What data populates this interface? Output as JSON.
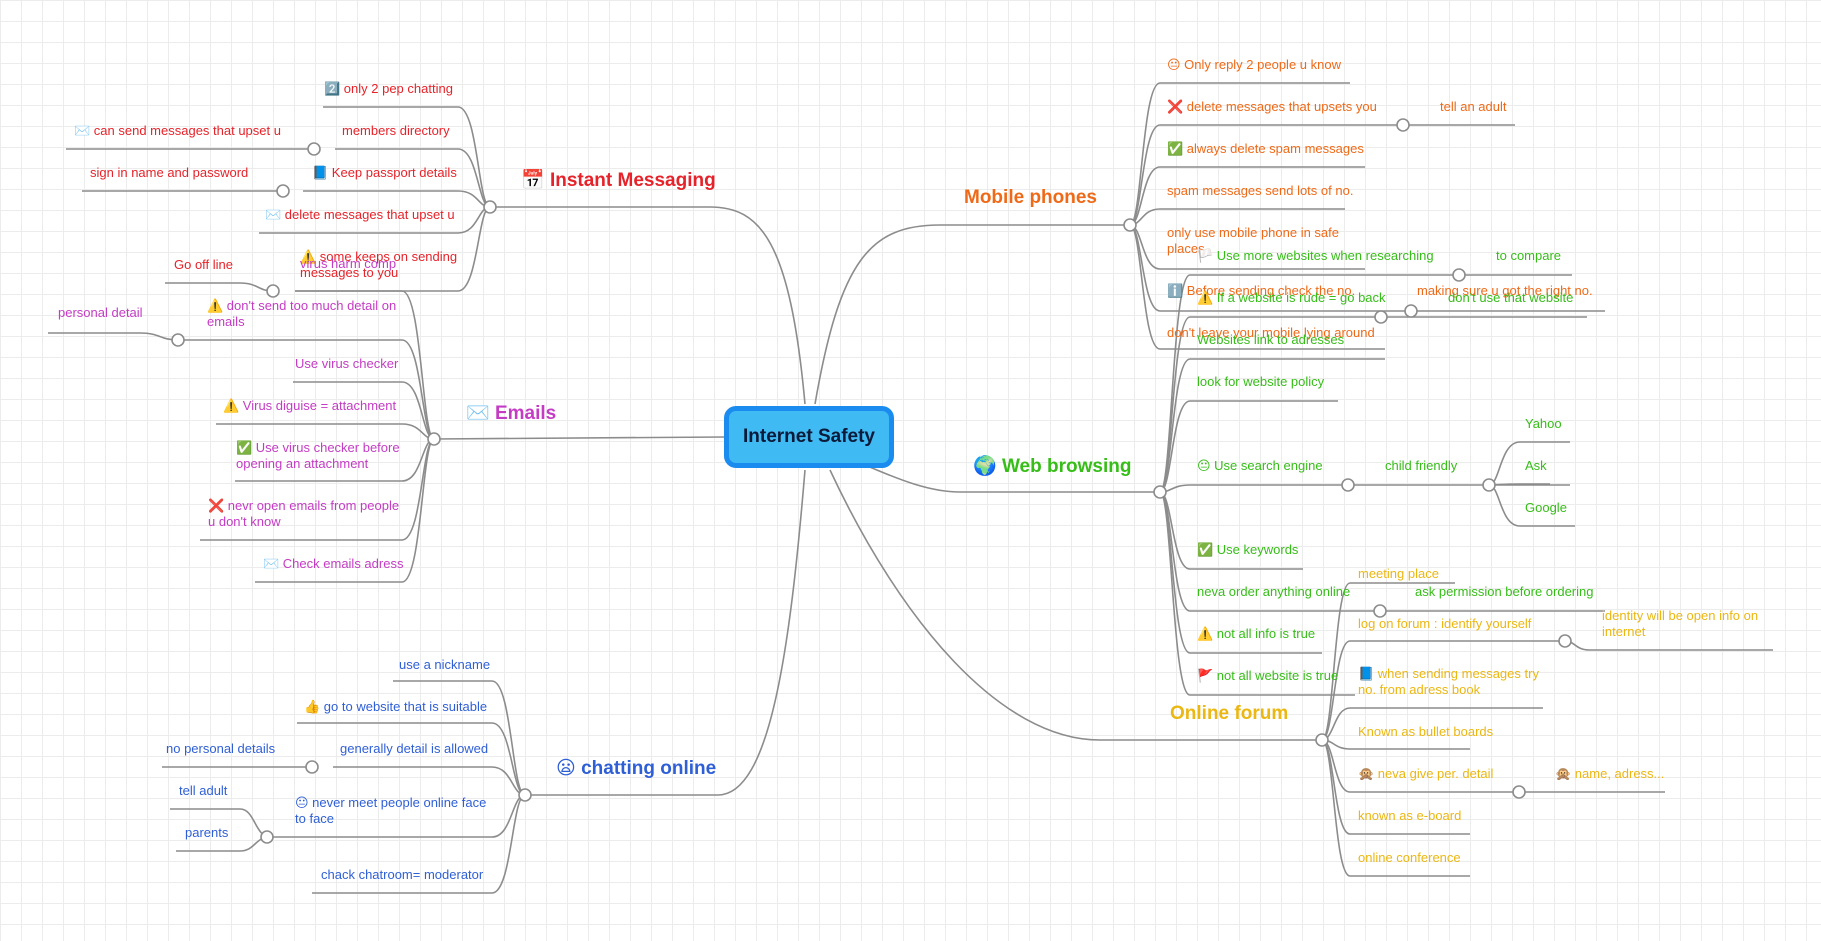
{
  "central": {
    "label": "Internet Safety"
  },
  "colors": {
    "instant": "#e6232a",
    "emails": "#c43cc4",
    "chatting": "#2f5fd6",
    "mobile": "#ef6a18",
    "web": "#36bd18",
    "forum": "#ebb712",
    "line": "#8c8c8c"
  },
  "instant_messaging": {
    "icon": "📅",
    "label": "Instant Messaging",
    "items": [
      "2️⃣ only 2 pep chatting",
      "members directory",
      "✉️ can send messages that upset u",
      "📘 Keep passport details",
      "sign in name and password",
      "✉️ delete messages that upset u",
      "⚠️ some keeps on sending messages to you"
    ]
  },
  "emails": {
    "icon": "✉️",
    "label": "Emails",
    "items": [
      "virus harm comp",
      "Go off line",
      "⚠️ don't send too much detail on emails",
      "personal detail",
      "Use virus checker",
      "⚠️ Virus diguise = attachment",
      "✅ Use virus checker before opening an attachment",
      "❌ nevr open emails from people u don't know",
      "✉️ Check emails adress"
    ]
  },
  "chatting_online": {
    "icon": "😦",
    "label": "chatting online",
    "items": [
      "use a nickname",
      "👍 go to website that is suitable",
      "generally detail is allowed",
      "no personal details",
      "😐 never meet people online face to face",
      "tell adult",
      "parents",
      "chack chatroom= moderator"
    ]
  },
  "mobile_phones": {
    "label": "Mobile phones",
    "items": [
      "😐 Only reply 2 people u know",
      "❌ delete messages that upsets you",
      "tell an adult",
      "✅ always delete spam messages",
      "spam messages send lots of no.",
      "only use mobile phone in safe places",
      "ℹ️ Before sending check the no.",
      "making sure u got the right no.",
      "don't leave your mobile lying around"
    ]
  },
  "web_browsing": {
    "icon": "🌍",
    "label": "Web browsing",
    "items": [
      "🏳️ Use more websites when researching",
      "to compare",
      "⚠️ If a website is rude = go back",
      "don't use that website",
      "Websites link to adresses",
      "look for website policy",
      "😐 Use search engine",
      "child friendly",
      "Yahoo",
      "Ask",
      "Google",
      "✅ Use keywords",
      "neva order anything online",
      "ask permission before ordering",
      "⚠️ not all info is true",
      "🚩 not all website is true"
    ]
  },
  "online_forum": {
    "label": "Online forum",
    "items": [
      "meeting place",
      "log on forum : identify yourself",
      "identity will be open info on internet",
      "📘 when sending messages try no. from adress book",
      "Known as bullet boards",
      "🙊 neva give per. detail",
      "🙊 name, adress...",
      "known as e-board",
      "online conference"
    ]
  }
}
